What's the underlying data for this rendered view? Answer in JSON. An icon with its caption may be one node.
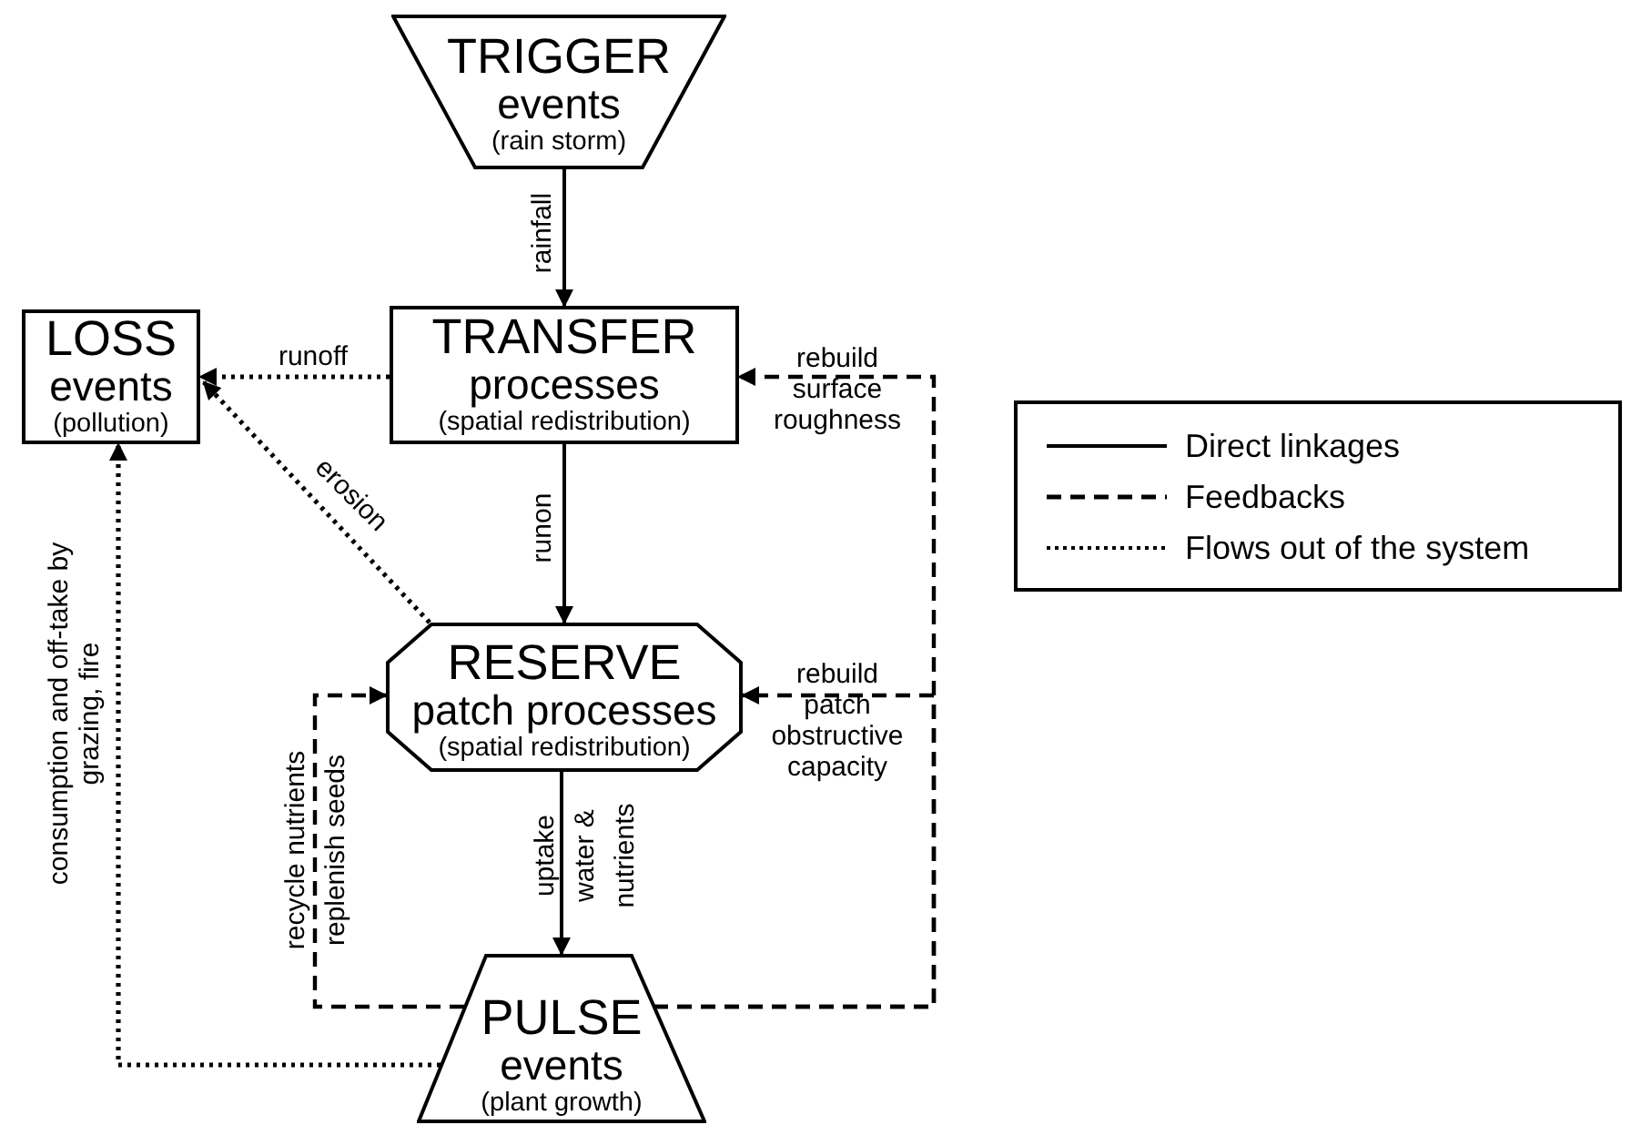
{
  "diagram": {
    "nodes": [
      {
        "text": [
          "TRIGGER",
          "events",
          "(rain storm)"
        ]
      },
      {
        "text": [
          "LOSS",
          "events",
          "(pollution)"
        ]
      },
      {
        "text": [
          "TRANSFER",
          "processes",
          "(spatial redistribution)"
        ]
      },
      {
        "text": [
          "RESERVE",
          "patch processes",
          "(spatial redistribution)"
        ]
      },
      {
        "text": [
          "PULSE",
          "events",
          "(plant growth)"
        ]
      }
    ],
    "edges": [
      {
        "from": 0,
        "to": 2,
        "arrow": "to",
        "label": "rainfall"
      },
      {
        "from": 2,
        "to": 1,
        "arrow": "to",
        "label": "runoff",
        "style": "dashed"
      },
      {
        "from": 3,
        "to": 1,
        "arrow": "to",
        "label": "erosion",
        "style": "dashed"
      },
      {
        "from": 2,
        "to": 3,
        "arrow": "to",
        "label": "runon"
      },
      {
        "from": 3,
        "to": 4,
        "arrow": "to",
        "label": "uptake water & nutrients"
      },
      {
        "from": 4,
        "to": 1,
        "arrow": "to",
        "label": "consumption and off-take by grazing, fire",
        "style": "dashed"
      },
      {
        "from": 4,
        "to": 2,
        "arrow": "to",
        "label": "rebuild surface roughness",
        "style": "dashed"
      },
      {
        "from": 4,
        "to": 3,
        "arrow": "to",
        "label": "rebuild patch obstructive capacity",
        "style": "dashed"
      },
      {
        "from": 4,
        "to": 3,
        "arrow": "to",
        "label": "recycle nutrients replenish seeds",
        "style": "dashed"
      }
    ],
    "legend": [
      {
        "text": "Direct linkages"
      },
      {
        "text": "Feedbacks"
      },
      {
        "text": "Flows out of the system"
      }
    ]
  }
}
